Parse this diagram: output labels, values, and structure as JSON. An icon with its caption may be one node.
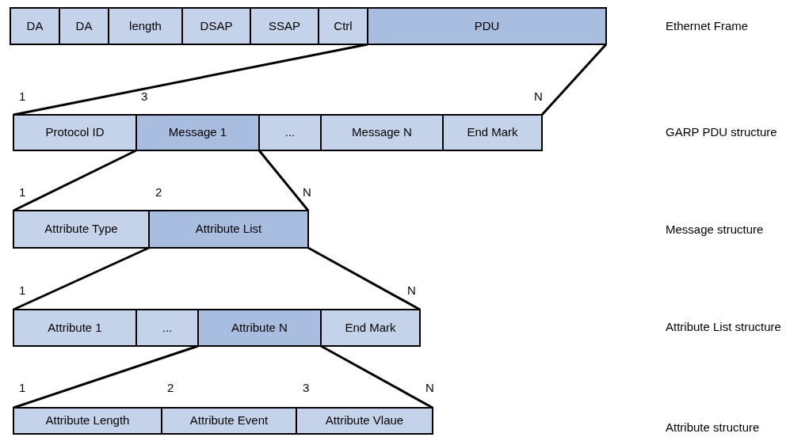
{
  "diagram": {
    "nodes": [
      {
        "text": [
          "DA"
        ]
      },
      {
        "text": [
          "DA"
        ]
      },
      {
        "text": [
          "length"
        ]
      },
      {
        "text": [
          "DSAP"
        ]
      },
      {
        "text": [
          "SSAP"
        ]
      },
      {
        "text": [
          "Ctrl"
        ]
      },
      {
        "text": [
          "PDU"
        ]
      },
      {
        "text": [
          "Protocol ID"
        ]
      },
      {
        "text": [
          "Message 1"
        ]
      },
      {
        "text": [
          "..."
        ]
      },
      {
        "text": [
          "Message N"
        ]
      },
      {
        "text": [
          "End Mark"
        ]
      },
      {
        "text": [
          "Attribute Type"
        ]
      },
      {
        "text": [
          "Attribute List"
        ]
      },
      {
        "text": [
          "Attribute 1"
        ]
      },
      {
        "text": [
          "..."
        ]
      },
      {
        "text": [
          "Attribute N"
        ]
      },
      {
        "text": [
          "End Mark"
        ]
      },
      {
        "text": [
          "Attribute Length"
        ]
      },
      {
        "text": [
          "Attribute Event"
        ]
      },
      {
        "text": [
          "Attribute Vlaue"
        ]
      }
    ],
    "edges": [
      {
        "from": 6,
        "to": 7,
        "arrow": "none"
      },
      {
        "from": 6,
        "to": 11,
        "arrow": "none"
      },
      {
        "from": 8,
        "to": 12,
        "arrow": "none"
      },
      {
        "from": 8,
        "to": 13,
        "arrow": "none"
      },
      {
        "from": 13,
        "to": 14,
        "arrow": "none"
      },
      {
        "from": 13,
        "to": 17,
        "arrow": "none"
      },
      {
        "from": 16,
        "to": 18,
        "arrow": "none"
      },
      {
        "from": 16,
        "to": 20,
        "arrow": "none"
      }
    ],
    "labels": [
      "Ethernet Frame",
      "1",
      "3",
      "N",
      "GARP PDU structure",
      "1",
      "2",
      "N",
      "Message structure",
      "1",
      "N",
      "Attribute List structure",
      "1",
      "2",
      "3",
      "N",
      "Attribute structure"
    ]
  }
}
